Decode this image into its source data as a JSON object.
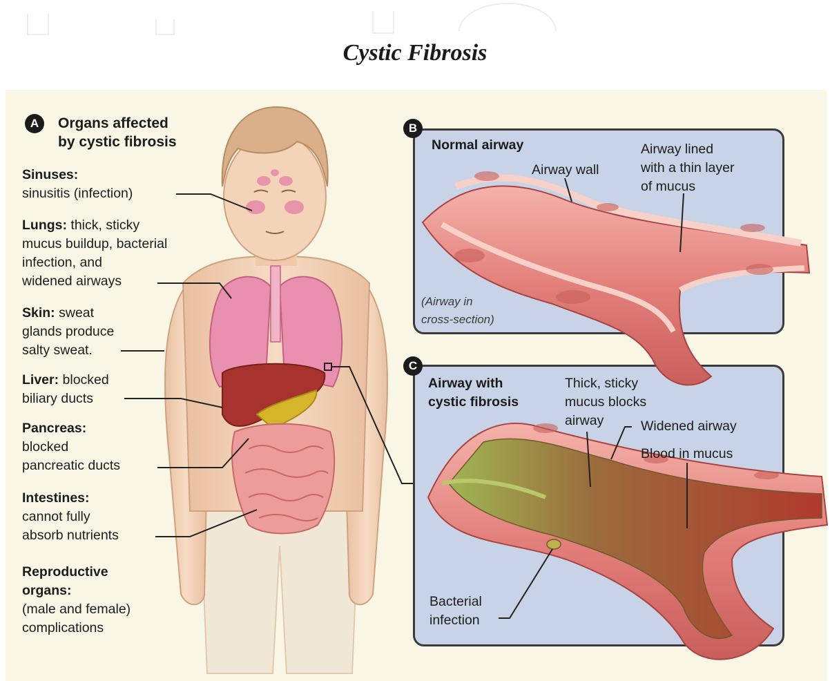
{
  "title": "Cystic Fibrosis",
  "panel_a": {
    "badge": "A",
    "heading_line1": "Organs affected",
    "heading_line2": "by cystic fibrosis",
    "sinuses": {
      "label": "Sinuses:",
      "line1": "sinusitis (infection)"
    },
    "lungs": {
      "label": "Lungs:",
      "line1": " thick, sticky",
      "line2": "mucus buildup, bacterial",
      "line3": "infection, and",
      "line4": "widened airways"
    },
    "skin": {
      "label": "Skin:",
      "line1": " sweat",
      "line2": "glands produce",
      "line3": "salty sweat."
    },
    "liver": {
      "label": "Liver:",
      "line1": " blocked",
      "line2": "biliary ducts"
    },
    "pancreas": {
      "label": "Pancreas:",
      "line1": "blocked",
      "line2": "pancreatic ducts"
    },
    "intestines": {
      "label": "Intestines:",
      "line1": "cannot fully",
      "line2": "absorb nutrients"
    },
    "reproductive": {
      "label1": "Reproductive",
      "label2": "organs:",
      "line1": "(male and female)",
      "line2": "complications"
    }
  },
  "panel_b": {
    "badge": "B",
    "heading": "Normal airway",
    "airway_wall": "Airway wall",
    "lined_line1": "Airway lined",
    "lined_line2": "with a thin layer",
    "lined_line3": "of mucus",
    "note_line1": "(Airway in",
    "note_line2": "cross-section)"
  },
  "panel_c": {
    "badge": "C",
    "heading_line1": "Airway with",
    "heading_line2": "cystic fibrosis",
    "thick_line1": "Thick, sticky",
    "thick_line2": "mucus blocks",
    "thick_line3": "airway",
    "widened": "Widened airway",
    "blood": "Blood in mucus",
    "bacterial_line1": "Bacterial",
    "bacterial_line2": "infection"
  },
  "colors": {
    "skin": "#f3d3b6",
    "lung": "#e98fb0",
    "liver": "#a8322d",
    "pancreas": "#d6b52a",
    "intestine": "#ec9c9a",
    "airway": "#e98a86",
    "mucus_green": "#8fa84a",
    "panel_blue": "#c9d3e7"
  }
}
